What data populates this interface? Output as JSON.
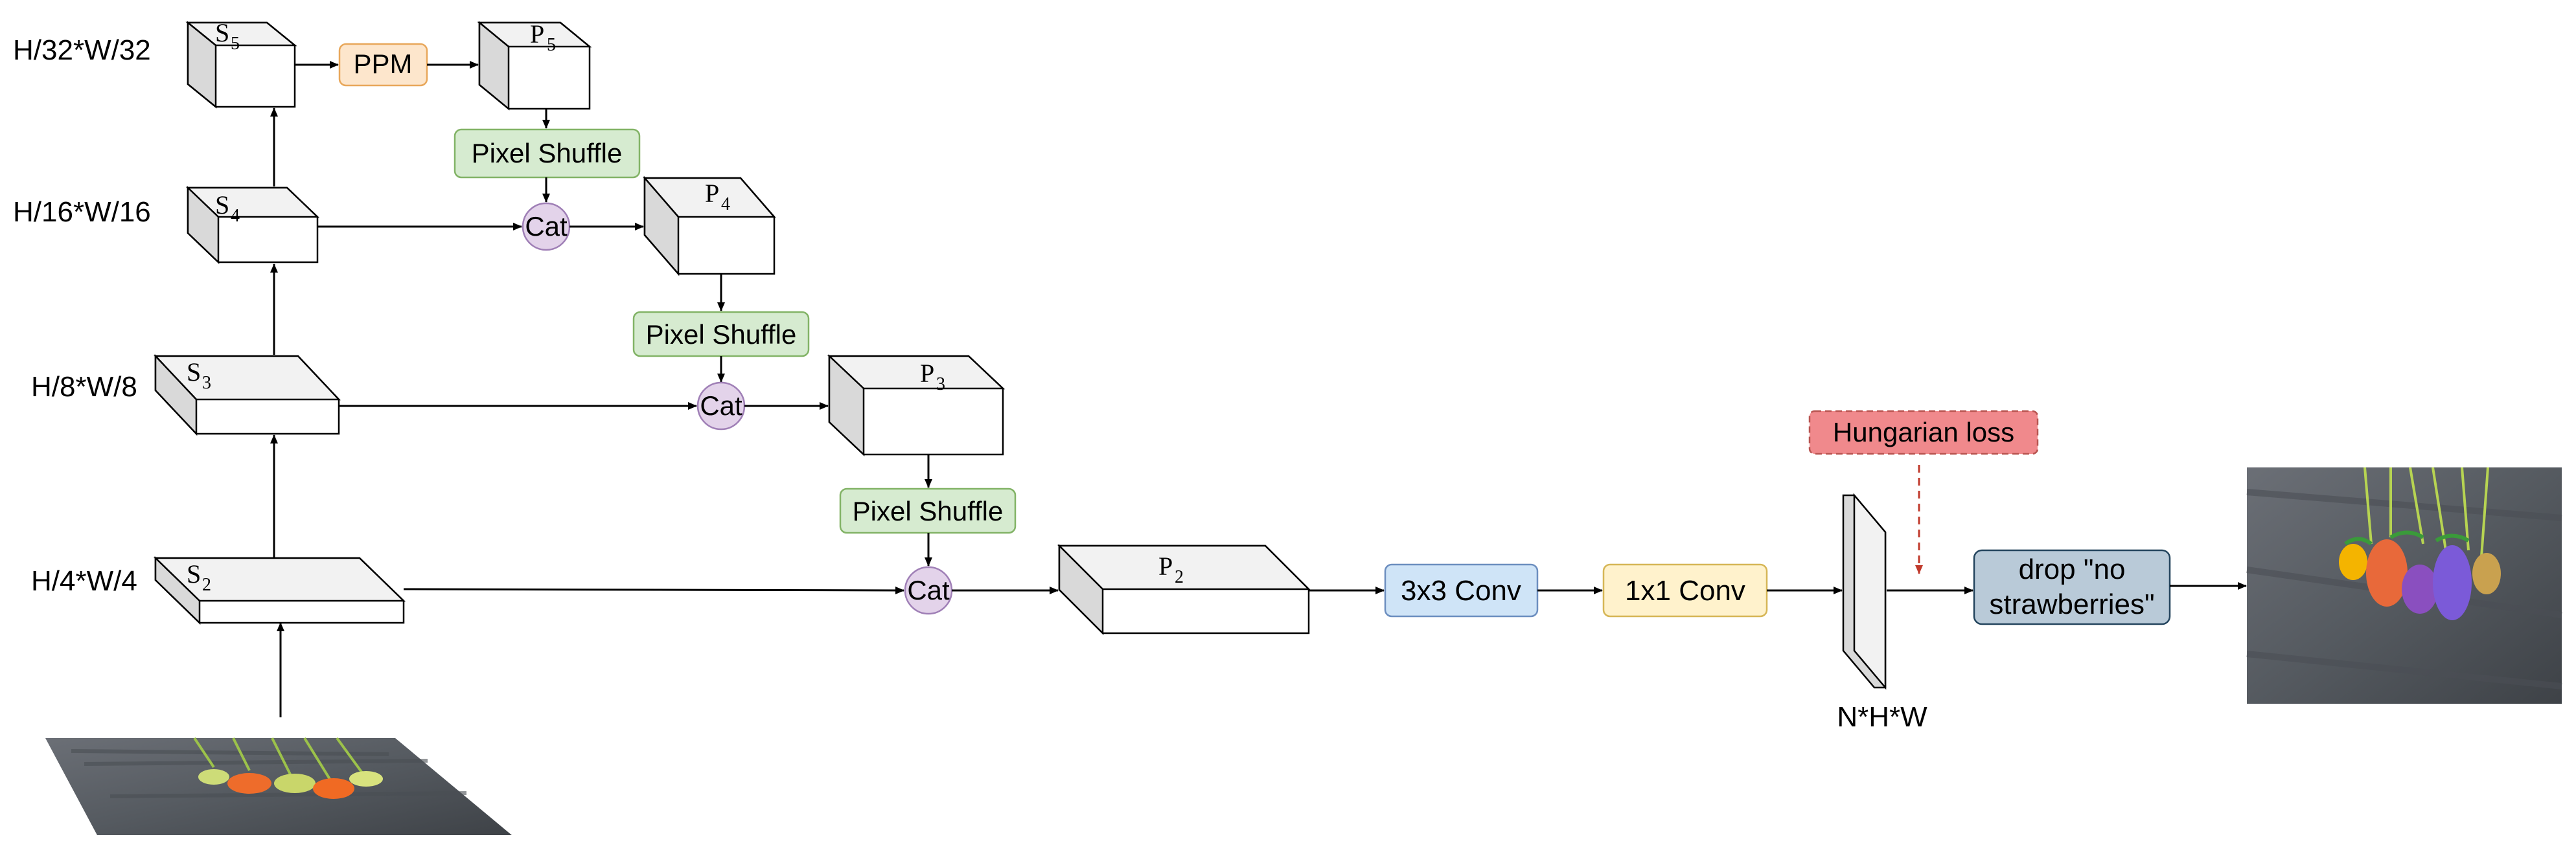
{
  "scale_labels": {
    "s5": "H/32*W/32",
    "s4": "H/16*W/16",
    "s3": "H/8*W/8",
    "s2": "H/4*W/4"
  },
  "stages": {
    "s5": {
      "letter": "S",
      "sub": "5"
    },
    "s4": {
      "letter": "S",
      "sub": "4"
    },
    "s3": {
      "letter": "S",
      "sub": "3"
    },
    "s2": {
      "letter": "S",
      "sub": "2"
    },
    "p5": {
      "letter": "P",
      "sub": "5"
    },
    "p4": {
      "letter": "P",
      "sub": "4"
    },
    "p3": {
      "letter": "P",
      "sub": "3"
    },
    "p2": {
      "letter": "P",
      "sub": "2"
    }
  },
  "modules": {
    "ppm": "PPM",
    "pixel_shuffle": "Pixel Shuffle",
    "cat": "Cat",
    "conv3": "3x3 Conv",
    "conv1": "1x1 Conv",
    "hungarian": "Hungarian loss",
    "drop_line1": "drop \"no",
    "drop_line2": "strawberries\"",
    "output_shape": "N*H*W"
  },
  "colors": {
    "ppm_fill": "#fde6cc",
    "ppm_stroke": "#e8a75a",
    "shuffle_fill": "#d6ebd0",
    "shuffle_stroke": "#82b366",
    "cat_fill": "#e3d3ea",
    "cat_stroke": "#9f7fb6",
    "conv3_fill": "#cfe4f7",
    "conv3_stroke": "#6c8ebf",
    "conv1_fill": "#fff2cc",
    "conv1_stroke": "#d6b656",
    "hungarian_fill": "#f0898c",
    "hungarian_stroke": "#b85450",
    "drop_fill": "#b9cad8",
    "drop_stroke": "#23445d",
    "loss_arrow": "#c0392b"
  },
  "icons": {
    "input_image": "strawberry-photo-perspective",
    "output_image": "segmented-strawberries-photo"
  }
}
